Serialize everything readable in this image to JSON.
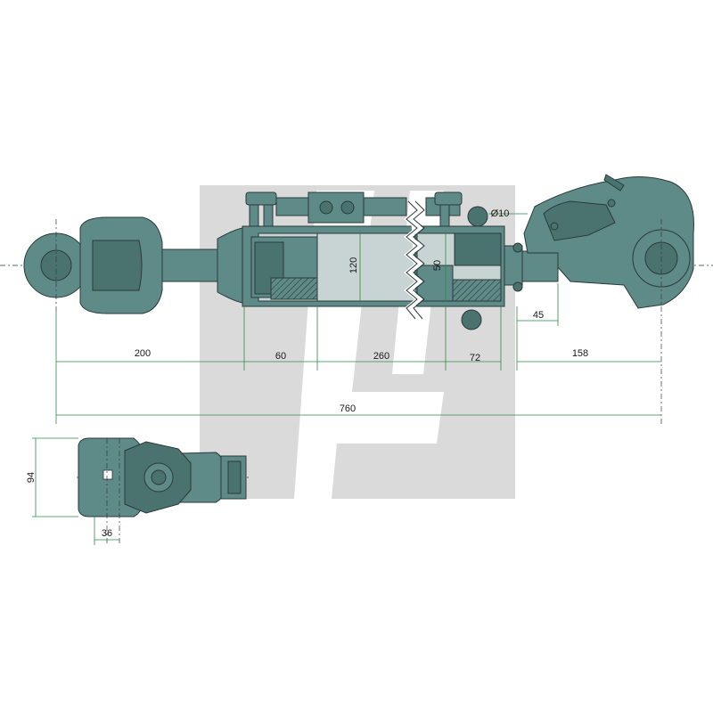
{
  "colors": {
    "body": "#5e8a87",
    "body_dark": "#4a7370",
    "section": "#c8d4d3",
    "dimension_line": "#2e8a4a",
    "watermark": "#d4d4d4"
  },
  "main_view": {
    "dimensions": {
      "ball_end_to_cylinder": "200",
      "cylinder_head": "60",
      "stroke_section": "260",
      "rod_end": "72",
      "hook_reach": "158",
      "overall_length": "760",
      "bore_diameter": "120",
      "rod_diameter": "50",
      "pin_diameter": "Ø10",
      "hook_offset": "45"
    }
  },
  "side_view": {
    "dimensions": {
      "height": "94",
      "width": "36"
    }
  }
}
